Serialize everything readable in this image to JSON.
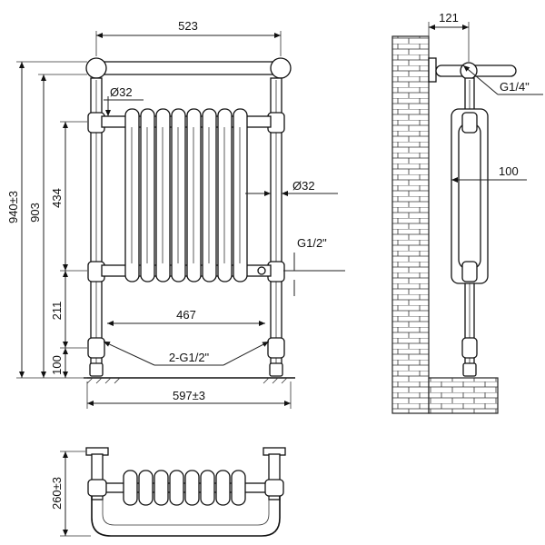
{
  "front_view": {
    "width_top": "523",
    "height_total": "940±3",
    "height_rail": "903",
    "height_panel": "434",
    "height_lower": "211",
    "height_foot": "100",
    "pipe_dia_top": "Ø32",
    "pipe_dia_mid": "Ø32",
    "port_right": "G1/2\"",
    "spacing_inner": "467",
    "ports_bottom": "2-G1/2\"",
    "width_overall": "597±3"
  },
  "side_view": {
    "projection": "121",
    "valve": "G1/4\"",
    "depth": "100"
  },
  "top_view": {
    "depth_overall": "260±3"
  }
}
